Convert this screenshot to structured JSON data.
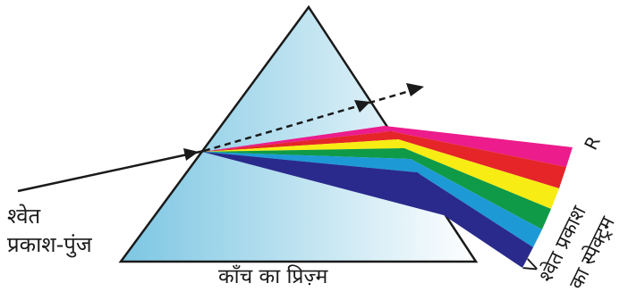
{
  "colors": {
    "prism_light": "#c5e6f3",
    "prism_dark": "#7cc6e2",
    "outline": "#1a1a1a",
    "bands": [
      "#ec1c8c",
      "#e52528",
      "#f7ec13",
      "#0f9a48",
      "#1d9ad6",
      "#2a2a8c"
    ]
  },
  "icons": {
    "incident_arrow": "arrow-icon",
    "deviated_arrow": "dashed-arrow-icon"
  },
  "labels": {
    "white_light_line1": "श्वेत",
    "white_light_line2": "प्रकाश-पुंज",
    "prism": "काँच का प्रिज़्म",
    "spectrum_line1": "श्वेत प्रकाश",
    "spectrum_line2": "का स्पेक्ट्रम",
    "red_end": "R",
    "violet_end": "V"
  }
}
